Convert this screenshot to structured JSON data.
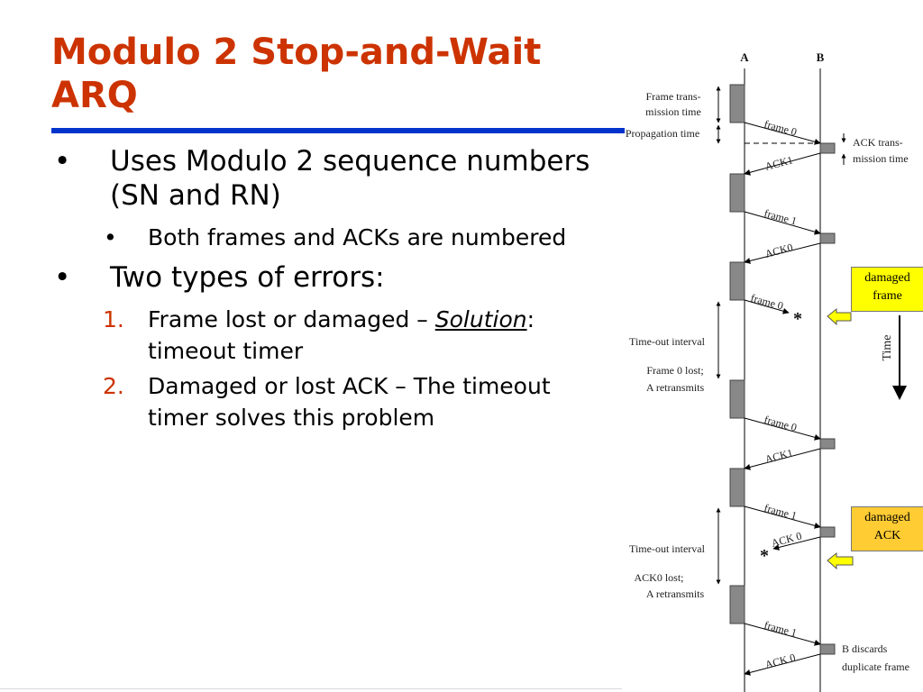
{
  "slide": {
    "title_line1": "Modulo 2 Stop-and-Wait",
    "title_line2": "ARQ",
    "accent_color": "#cc3300",
    "rule_color": "#0033cc"
  },
  "bullets": {
    "b1_marker": "•",
    "b1": "Uses Modulo 2 sequence numbers (SN and RN)",
    "b1_sub_marker": "•",
    "b1_sub": "Both frames and ACKs are numbered",
    "b2_marker": "•",
    "b2": "Two types of errors:",
    "n1_num": "1.",
    "n1_pre": "Frame lost or damaged – ",
    "n1_italic": "Solution",
    "n1_post": ": timeout timer",
    "n2_num": "2.",
    "n2": "Damaged or lost ACK – The timeout timer solves this problem"
  },
  "diagram": {
    "node_a": "A",
    "node_b": "B",
    "frame_tx_1": "Frame trans-",
    "frame_tx_2": "mission time",
    "prop_time": "Propagation time",
    "ack_tx_1": "ACK trans-",
    "ack_tx_2": "mission time",
    "msg_frame0_a": "frame 0",
    "msg_ack1_a": "ACK1",
    "msg_frame1_a": "frame 1",
    "msg_ack0_a": "ACK0",
    "msg_frame0_b": "frame 0",
    "timeout_1": "Time-out interval",
    "lost_1a": "Frame 0 lost;",
    "lost_1b": "A retransmits",
    "msg_frame0_c": "frame 0",
    "msg_ack1_b": "ACK1",
    "msg_frame1_b": "frame 1",
    "msg_ack0_b": "ACK 0",
    "timeout_2": "Time-out interval",
    "lost_2a": "ACK0 lost;",
    "lost_2b": "A retransmits",
    "msg_frame1_c": "frame 1",
    "msg_ack0_c": "ACK 0",
    "discard_1": "B discards",
    "discard_2": "duplicate frame",
    "time_label": "Time",
    "asterisk": "*",
    "callout_frame_1": "damaged",
    "callout_frame_2": "frame",
    "callout_ack_1": "damaged",
    "callout_ack_2": "ACK",
    "callout_frame_color": "#ffff00",
    "callout_ack_color": "#ffcc33"
  }
}
